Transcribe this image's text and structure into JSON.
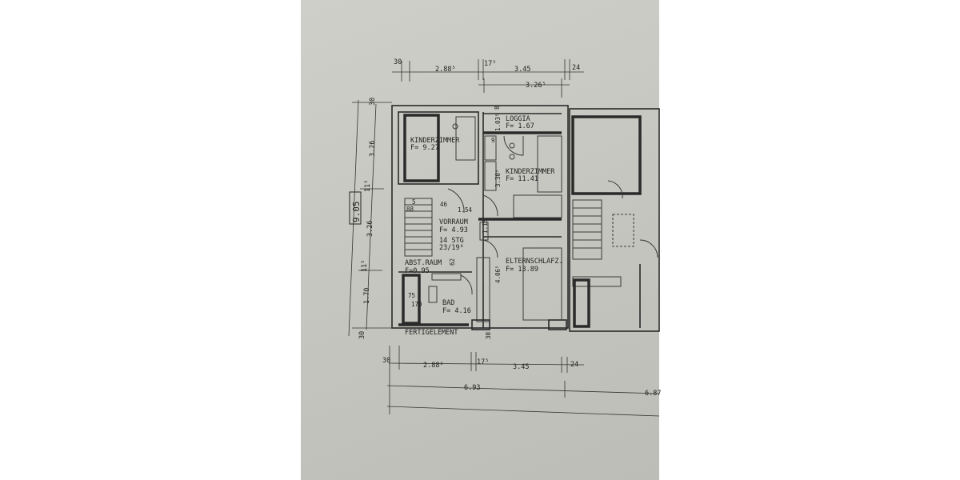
{
  "plan": {
    "rooms": [
      {
        "name": "KINDERZIMMER",
        "area": "F= 9.27"
      },
      {
        "name": "LOGGIA",
        "area": "F= 1.67"
      },
      {
        "name": "KINDERZIMMER",
        "area": "F= 11.41"
      },
      {
        "name": "VORRAUM",
        "area": "F= 4.93"
      },
      {
        "name": "ABST.RAUM",
        "area": "F=0.95"
      },
      {
        "name": "BAD",
        "area": "F= 4.16"
      },
      {
        "name": "ELTERNSCHLAFZ.",
        "area": "F= 13.89"
      }
    ],
    "stairs": {
      "steps": "14 STG",
      "ratio": "23/19⁶"
    },
    "fertigelement": "FERTIGELEMENT",
    "bath_note": {
      "a": "75",
      "b": "170"
    },
    "top_dims": [
      "30",
      "2.88⁵",
      "17⁵",
      "3.45",
      "24",
      "3.26⁵"
    ],
    "bottom_dims": [
      "30",
      "2.88⁵",
      "17⁵",
      "3.45",
      "24",
      "6.93",
      "6.87"
    ],
    "left_dims": [
      "30",
      "3.26",
      "11⁵",
      "9.05",
      "3.26",
      "11⁵",
      "1.70",
      "30"
    ],
    "inner_dims": [
      "8",
      "1.03⁵",
      "9",
      "3.30⁵",
      "5",
      "88",
      "46",
      "1.54",
      "1.15",
      "62",
      "4.06⁵",
      "30"
    ]
  }
}
